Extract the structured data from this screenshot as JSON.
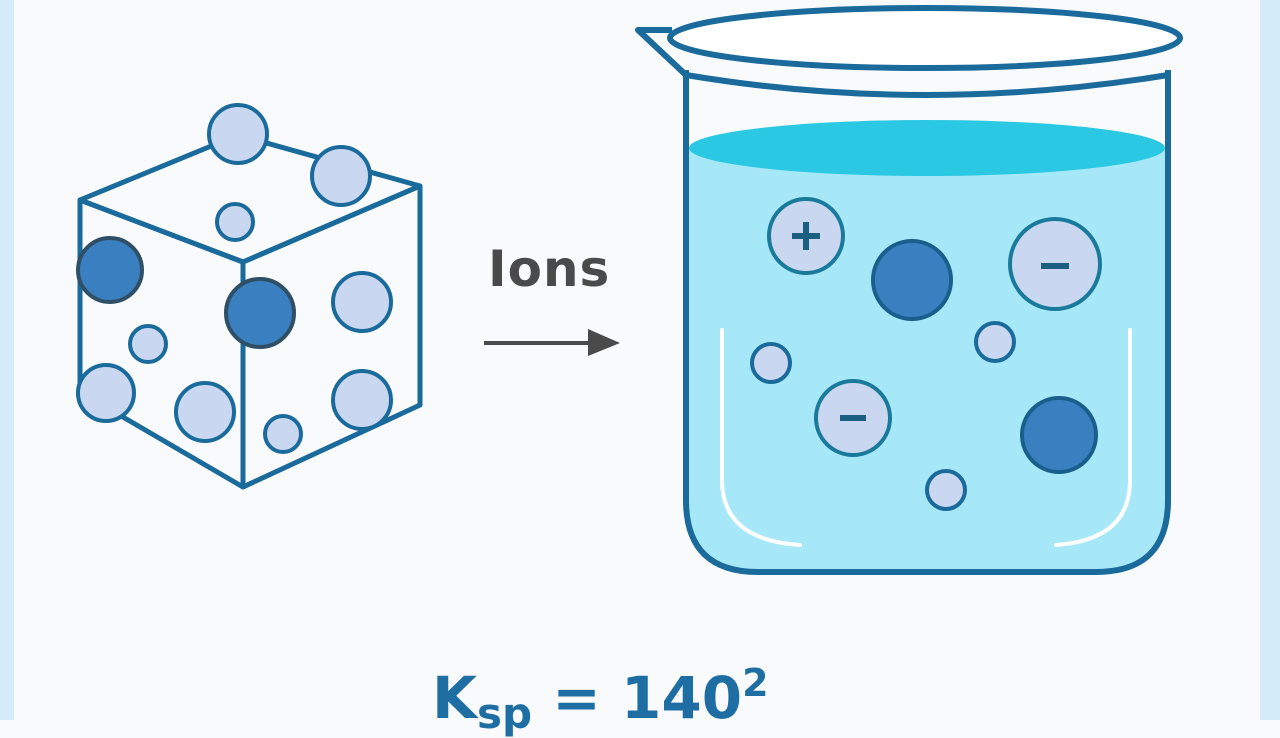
{
  "diagram": {
    "arrow_label": "Ions",
    "formula": {
      "main": "K",
      "subscript": "sp",
      "equals": " = ",
      "value": "140",
      "superscript": "2"
    }
  },
  "colors": {
    "outline": "#1a6b9c",
    "ion_light": "#c9d8f0",
    "ion_dark": "#3a80c0",
    "water": "#a6e8f8",
    "water_surface": "#2ac8e2",
    "arrow": "#4a4a4a",
    "formula": "#1f6ea3"
  }
}
